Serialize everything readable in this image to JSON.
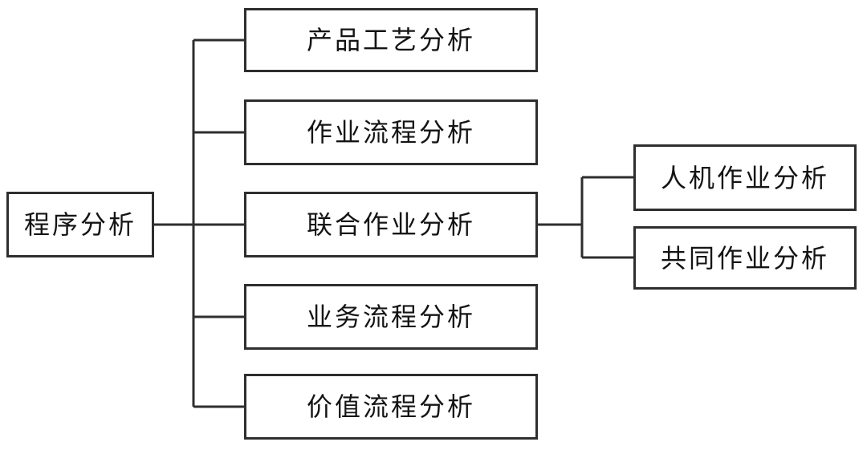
{
  "diagram": {
    "type": "tree",
    "root": {
      "label": "程序分析"
    },
    "children": [
      {
        "label": "产品工艺分析"
      },
      {
        "label": "作业流程分析"
      },
      {
        "label": "联合作业分析"
      },
      {
        "label": "业务流程分析"
      },
      {
        "label": "价值流程分析"
      }
    ],
    "grandchildren_parent": "联合作业分析",
    "grandchildren": [
      {
        "label": "人机作业分析"
      },
      {
        "label": "共同作业分析"
      }
    ],
    "colors": {
      "border": "#2e2e2e",
      "line": "#2e2e2e",
      "text": "#141414",
      "background": "#ffffff"
    }
  }
}
